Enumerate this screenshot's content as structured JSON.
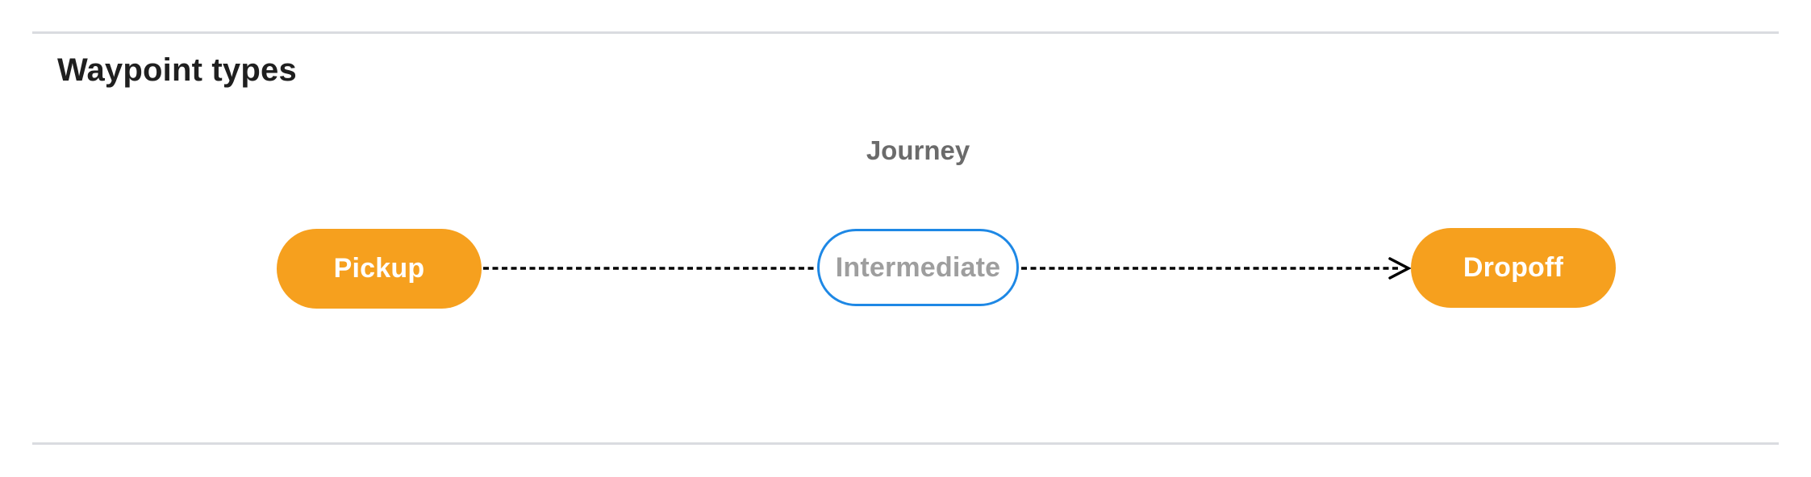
{
  "page": {
    "title": "Waypoint types"
  },
  "diagram": {
    "label": "Journey",
    "nodes": [
      {
        "id": "pickup",
        "label": "Pickup",
        "type": "terminal"
      },
      {
        "id": "intermediate",
        "label": "Intermediate",
        "type": "intermediate"
      },
      {
        "id": "dropoff",
        "label": "Dropoff",
        "type": "terminal"
      }
    ],
    "edges": [
      {
        "from": "pickup",
        "to": "intermediate",
        "style": "dashed",
        "arrow": false
      },
      {
        "from": "intermediate",
        "to": "dropoff",
        "style": "dashed",
        "arrow": true
      }
    ],
    "colors": {
      "terminal_fill": "#F6A01E",
      "terminal_text": "#FFFFFF",
      "intermediate_border": "#1E88E5",
      "intermediate_text": "#9E9E9E",
      "edge": "#000000",
      "journey_label": "#6B6B6B",
      "title_text": "#1F1F1F",
      "divider": "#DADCE0"
    }
  }
}
